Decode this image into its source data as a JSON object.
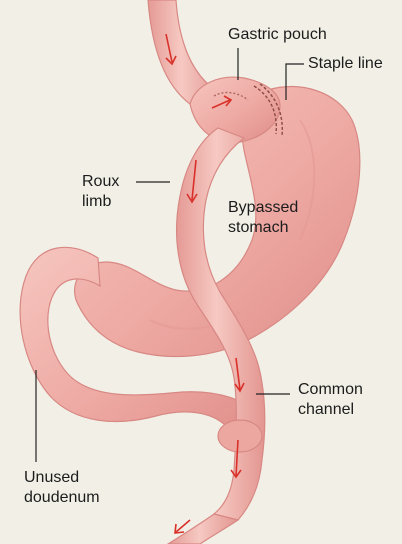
{
  "labels": {
    "gastric_pouch": "Gastric pouch",
    "staple_line": "Staple line",
    "roux_limb": [
      "Roux",
      "limb"
    ],
    "bypassed_stomach": [
      "Bypassed",
      "stomach"
    ],
    "common_channel": [
      "Common",
      "channel"
    ],
    "unused_duodenum": [
      "Unused",
      "doudenum"
    ]
  },
  "colors": {
    "background": "#f2f0e6",
    "tissue": "#f1b3ad",
    "tissue_shade": "#dd8a86",
    "tissue_highlight": "#f8d2cc",
    "arrow": "#d9302a",
    "staples": "#8a4a44",
    "leader_line": "#222222"
  }
}
